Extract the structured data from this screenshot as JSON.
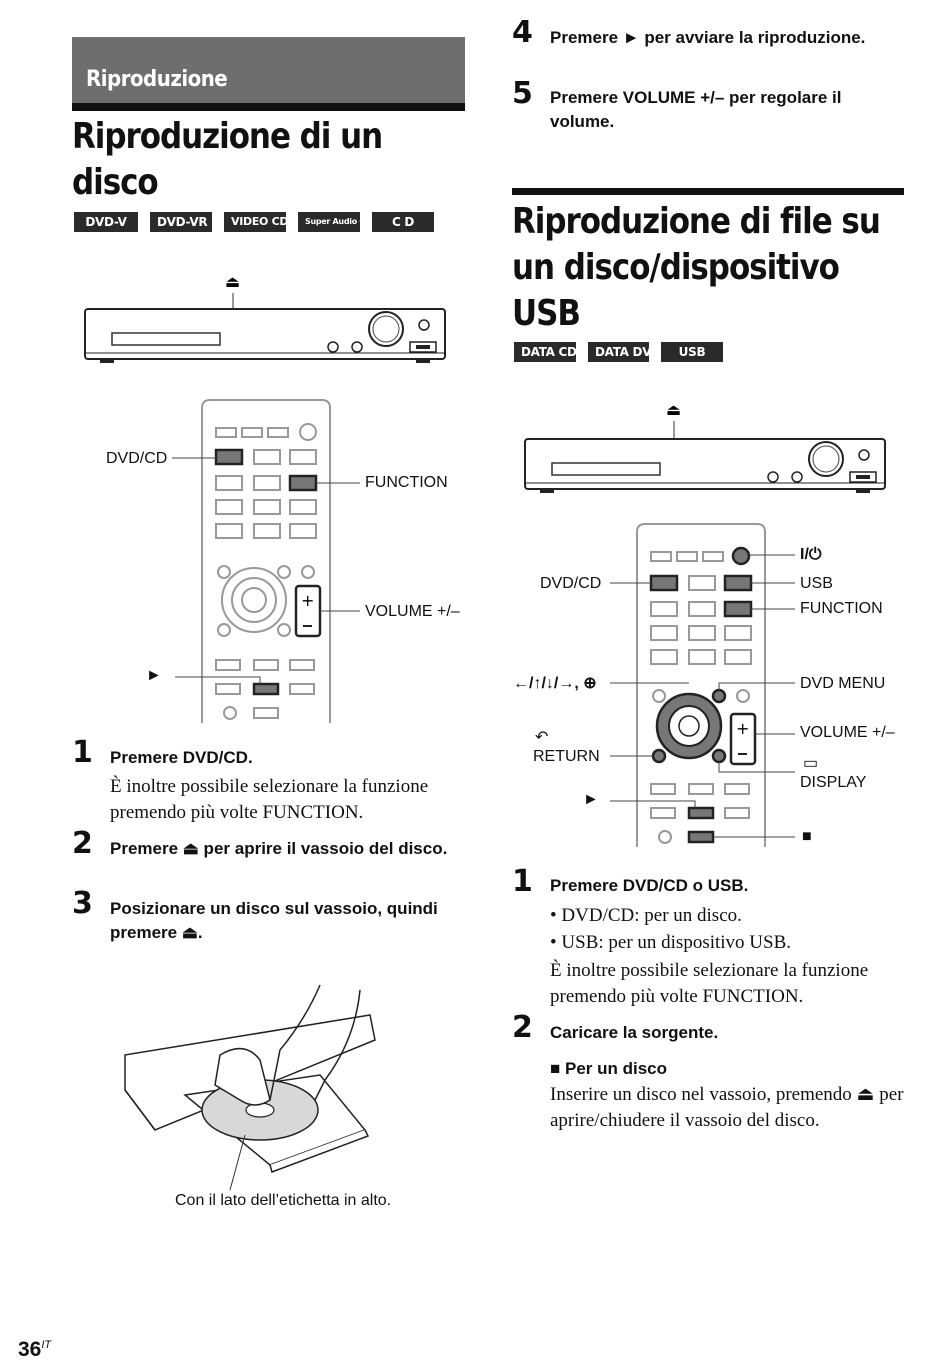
{
  "header": {
    "section_tab": "Riproduzione"
  },
  "left": {
    "title": "Riproduzione di un disco",
    "badges": [
      "DVD-V",
      "DVD-VR",
      "VIDEO CD",
      "Super Audio CD",
      "C D"
    ],
    "remote_labels": {
      "dvdcd": "DVD/CD",
      "function": "FUNCTION",
      "volume": "VOLUME +/–"
    },
    "steps": [
      {
        "num": "1",
        "title": "Premere DVD/CD.",
        "body": "È inoltre possibile selezionare la funzione premendo più volte FUNCTION."
      },
      {
        "num": "2",
        "title": "Premere ⏏ per aprire il vassoio del disco."
      },
      {
        "num": "3",
        "title": "Posizionare un disco sul vassoio, quindi premere ⏏."
      }
    ],
    "disc_caption": "Con il lato dell’etichetta in alto."
  },
  "right": {
    "steps_top": [
      {
        "num": "4",
        "title": "Premere ► per avviare la riproduzione."
      },
      {
        "num": "5",
        "title": "Premere VOLUME +/– per regolare il volume."
      }
    ],
    "title": "Riproduzione di file su un disco/dispositivo USB",
    "badges": [
      "DATA CD",
      "DATA DVD",
      "USB"
    ],
    "remote_labels": {
      "power": "I/⏻",
      "dvdcd": "DVD/CD",
      "usb": "USB",
      "function": "FUNCTION",
      "arrows": "←/↑/↓/→, ⊕",
      "dvd_menu": "DVD MENU",
      "return": "RETURN",
      "volume": "VOLUME +/–",
      "display": "DISPLAY",
      "stop": "■"
    },
    "steps": [
      {
        "num": "1",
        "title": "Premere DVD/CD o USB.",
        "bullets": [
          "• DVD/CD: per un disco.",
          "• USB: per un dispositivo USB."
        ],
        "body": "È inoltre possibile selezionare la funzione premendo più volte FUNCTION."
      },
      {
        "num": "2",
        "title": "Caricare la sorgente.",
        "sub_title": "■ Per un disco",
        "sub_body": "Inserire un disco nel vassoio, premendo ⏏ per aprire/chiudere il vassoio del disco."
      }
    ]
  },
  "footer": {
    "page_number": "36",
    "page_suffix": "IT"
  }
}
